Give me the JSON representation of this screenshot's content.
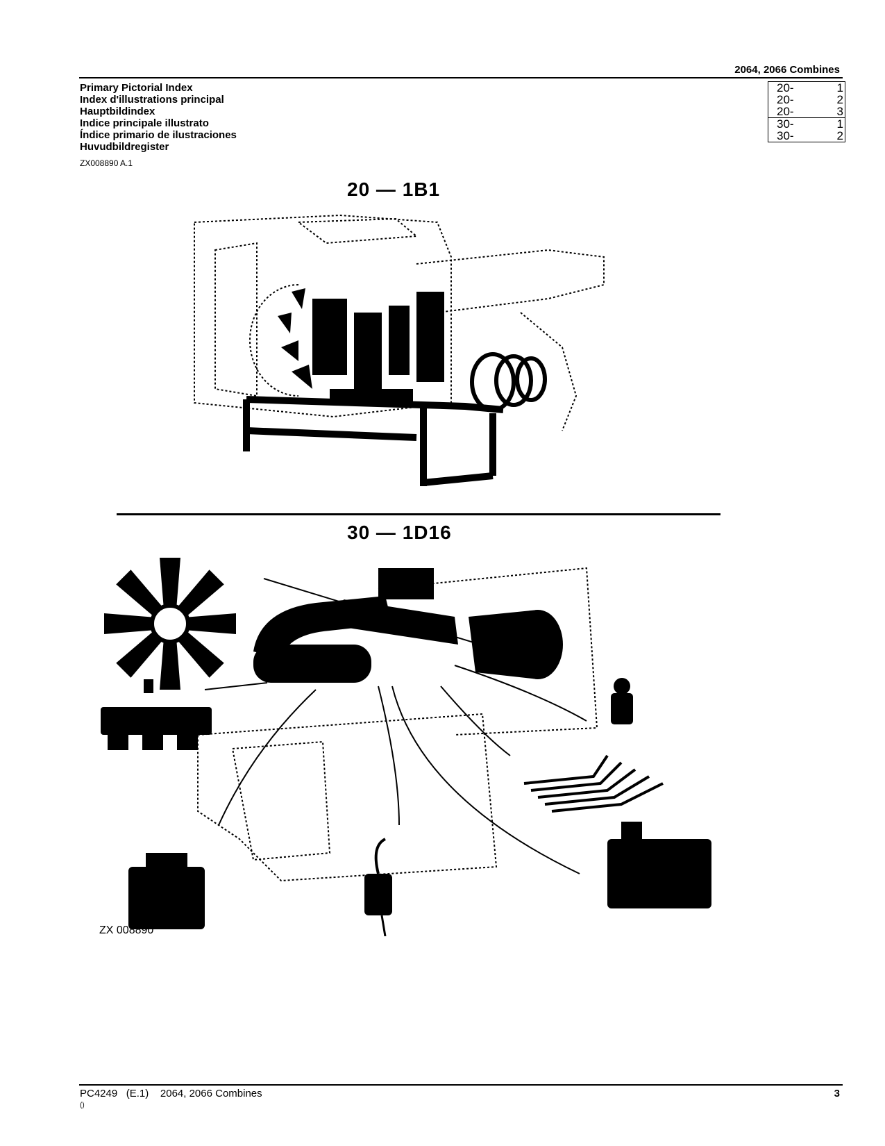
{
  "header": {
    "model": "2064,  2066 Combines",
    "titles": [
      "Primary Pictorial Index",
      "Index d'illustrations principal",
      "Hauptbildindex",
      "Indice principale illustrato",
      "Índice primario de ilustraciones",
      "Huvudbildregister"
    ],
    "reference": "ZX008890 A.1"
  },
  "index_table": [
    {
      "section": "20-",
      "page": "1",
      "group_start": true
    },
    {
      "section": "20-",
      "page": "2",
      "group_start": false
    },
    {
      "section": "20-",
      "page": "3",
      "group_start": false
    },
    {
      "section": "30-",
      "page": "1",
      "group_start": true
    },
    {
      "section": "30-",
      "page": "2",
      "group_start": false
    }
  ],
  "figures": {
    "fig1_label": "20 — 1B1",
    "fig2_label": "30 — 1D16",
    "illustration_tag": "ZX 008890"
  },
  "footer": {
    "doc": "PC4249   (E.1)    2064, 2066 Combines",
    "page": "3",
    "sub": "()"
  }
}
